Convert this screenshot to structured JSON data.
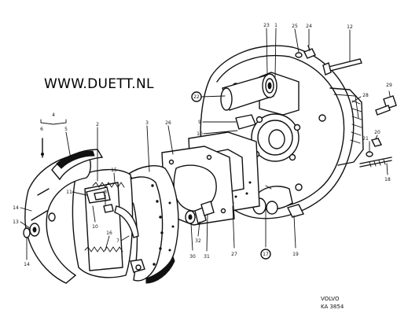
{
  "watermark": {
    "url": "WWW.DUETT.NL"
  },
  "brand": {
    "maker": "VOLVO",
    "ref": "KA 3854"
  },
  "callouts": [
    {
      "id": "c1",
      "label": "1",
      "circled": false
    },
    {
      "id": "c2",
      "label": "2",
      "circled": false
    },
    {
      "id": "c3",
      "label": "3",
      "circled": false
    },
    {
      "id": "c4",
      "label": "4",
      "circled": false
    },
    {
      "id": "c5",
      "label": "5",
      "circled": false
    },
    {
      "id": "c6",
      "label": "6",
      "circled": false
    },
    {
      "id": "c7",
      "label": "7",
      "circled": false
    },
    {
      "id": "c8",
      "label": "8",
      "circled": false
    },
    {
      "id": "c9",
      "label": "9",
      "circled": false
    },
    {
      "id": "c10",
      "label": "10",
      "circled": false
    },
    {
      "id": "c11",
      "label": "11",
      "circled": false
    },
    {
      "id": "c12",
      "label": "12",
      "circled": false
    },
    {
      "id": "c13",
      "label": "13",
      "circled": false
    },
    {
      "id": "c14a",
      "label": "14",
      "circled": false
    },
    {
      "id": "c14b",
      "label": "14",
      "circled": false
    },
    {
      "id": "c15",
      "label": "15",
      "circled": false
    },
    {
      "id": "c16",
      "label": "16",
      "circled": false
    },
    {
      "id": "c17",
      "label": "17",
      "circled": true
    },
    {
      "id": "c18",
      "label": "18",
      "circled": false
    },
    {
      "id": "c19",
      "label": "19",
      "circled": false
    },
    {
      "id": "c20",
      "label": "20",
      "circled": false
    },
    {
      "id": "c21",
      "label": "21",
      "circled": false
    },
    {
      "id": "c22",
      "label": "22",
      "circled": true
    },
    {
      "id": "c23",
      "label": "23",
      "circled": false
    },
    {
      "id": "c24",
      "label": "24",
      "circled": false
    },
    {
      "id": "c25",
      "label": "25",
      "circled": false
    },
    {
      "id": "c26",
      "label": "26",
      "circled": false
    },
    {
      "id": "c27",
      "label": "27",
      "circled": false
    },
    {
      "id": "c28",
      "label": "28",
      "circled": false
    },
    {
      "id": "c29",
      "label": "29",
      "circled": false
    },
    {
      "id": "c30",
      "label": "30",
      "circled": false
    },
    {
      "id": "c31",
      "label": "31",
      "circled": false
    },
    {
      "id": "c32",
      "label": "32",
      "circled": false
    }
  ]
}
